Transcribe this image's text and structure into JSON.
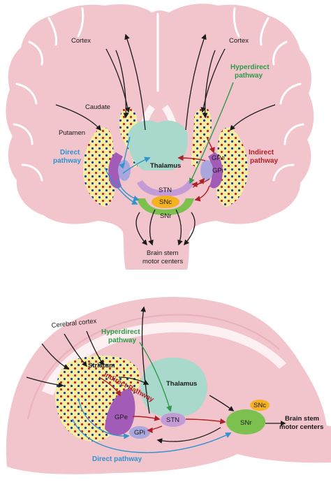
{
  "colors": {
    "brain": "#f2c4cc",
    "brain_dark": "#e9b1bb",
    "striatum": "#f7eea0",
    "thalamus": "#a9d8cc",
    "gpe": "#a25bb6",
    "gpi": "#a9a7dd",
    "stn": "#c39bd6",
    "snc": "#f4b21e",
    "snr": "#7cc04e",
    "direct": "#2f93cf",
    "indirect": "#b01f26",
    "hyperdirect": "#2e9b48",
    "black": "#1a1a1a"
  },
  "top": {
    "labels": {
      "cortex_left": "Cortex",
      "cortex_right": "Cortex",
      "caudate": "Caudate",
      "putamen": "Putamen",
      "thalamus": "Thalamus",
      "gpe": "GPe",
      "gpi": "GPi",
      "stn": "STN",
      "snc": "SNc",
      "snr": "SNr",
      "brainstem_line1": "Brain stem",
      "brainstem_line2": "motor centers"
    },
    "pathways": {
      "direct_line1": "Direct",
      "direct_line2": "pathway",
      "indirect_line1": "Indirect",
      "indirect_line2": "pathway",
      "hyperdirect_line1": "Hyperdirect",
      "hyperdirect_line2": "pathway"
    }
  },
  "bottom": {
    "labels": {
      "cerebral_cortex": "Cerebral cortex",
      "striatum": "Striatum",
      "thalamus": "Thalamus",
      "gpe": "GPe",
      "gpi": "GPi",
      "stn": "STN",
      "snc": "SNc",
      "snr": "SNr",
      "brainstem_line1": "Brain stem",
      "brainstem_line2": "motor centers"
    },
    "pathways": {
      "hyperdirect_line1": "Hyperdirect",
      "hyperdirect_line2": "pathway",
      "indirect": "Indirect Pathway",
      "direct": "Direct pathway"
    }
  }
}
